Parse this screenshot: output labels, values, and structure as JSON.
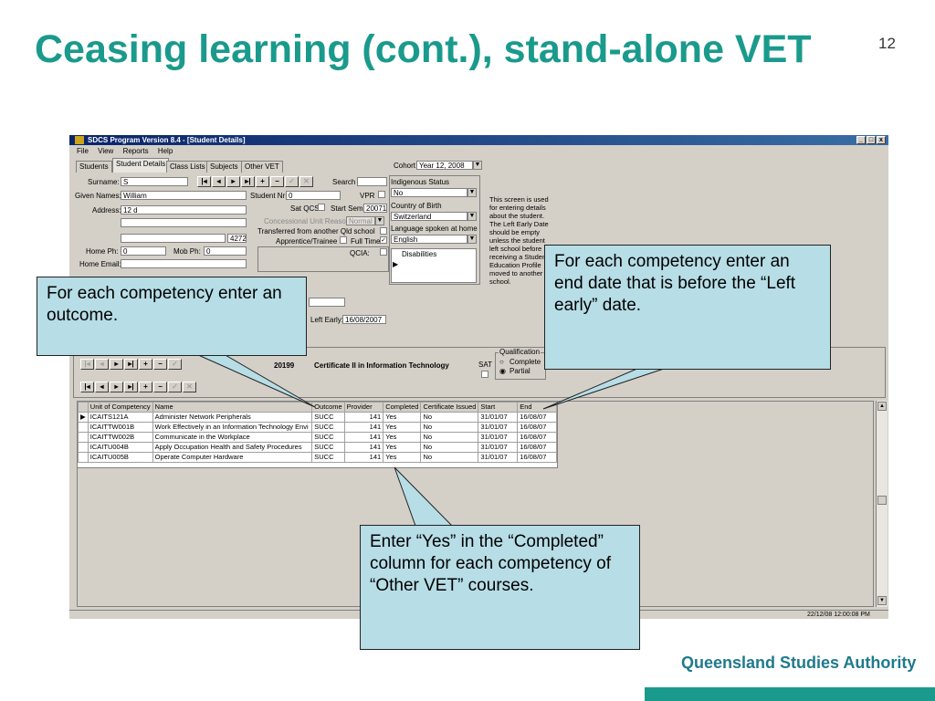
{
  "slide": {
    "title": "Ceasing learning (cont.), stand-alone VET",
    "page_number": "12",
    "logo_text": "Queensland Studies Authority",
    "accent_color": "#1a9a8c"
  },
  "window": {
    "title": "SDCS   Program Version 8.4 - [Student Details]",
    "controls": [
      "_",
      "□",
      "x"
    ],
    "menu": [
      "File",
      "View",
      "Reports",
      "Help"
    ],
    "tabs": [
      {
        "label": "Students"
      },
      {
        "label": "Student Details",
        "active": true
      },
      {
        "label": "Class Lists"
      },
      {
        "label": "Subjects"
      },
      {
        "label": "Other VET"
      }
    ],
    "cohort_label": "Cohort",
    "cohort_value": "Year 12, 2008",
    "form": {
      "surname_label": "Surname:",
      "surname_value": "S",
      "search_label": "Search",
      "given_names_label": "Given Names:",
      "given_names_value": "William",
      "student_nr_label": "Student Nr",
      "student_nr_value": "0",
      "vpr_label": "VPR",
      "address_label": "Address:",
      "address_line1": "12            d",
      "sat_qcs_label": "Sat QCS",
      "start_sem_label": "Start Sem:",
      "start_sem_value": "20071",
      "postcode_value": "4272",
      "concessional_label": "Concessional Unit Reason",
      "concessional_value": "Normal",
      "transferred_label": "Transferred from another Qld school",
      "apprentice_label": "Apprentice/Trainee",
      "full_time_label": "Full Time",
      "home_ph_label": "Home Ph:",
      "home_ph_value": "0",
      "mob_ph_label": "Mob Ph:",
      "mob_ph_value": "0",
      "qcia_label": "QCIA:",
      "home_email_label": "Home Email:",
      "left_early_label": "Left Early:",
      "left_early_value": "16/08/2007",
      "indigenous_label": "Indigenous Status",
      "indigenous_value": "No",
      "country_label": "Country of Birth",
      "country_value": "Switzerland",
      "language_label": "Language spoken at home",
      "language_value": "English",
      "disabilities_label": "Disabilities"
    },
    "info_note": "This screen is used for entering details about the student. The Left Early Date should be empty unless the student left school before receiving a Student Education Profile moved to another school.",
    "qualification": {
      "code": "20199",
      "name": "Certificate II in Information Technology",
      "sat_label": "SAT",
      "group_label": "Qualification",
      "options": [
        "Complete",
        "Partial"
      ],
      "selected": "Partial"
    },
    "grid": {
      "columns": [
        "Unit of Competency",
        "Name",
        "Outcome",
        "Provider",
        "Completed",
        "Certificate Issued",
        "Start",
        "End"
      ],
      "rows": [
        [
          "ICAITS121A",
          "Administer Network Peripherals",
          "SUCC",
          "141",
          "Yes",
          "No",
          "31/01/07",
          "16/08/07"
        ],
        [
          "ICAITTW001B",
          "Work Effectively in an Information Technology Envi",
          "SUCC",
          "141",
          "Yes",
          "No",
          "31/01/07",
          "16/08/07"
        ],
        [
          "ICAITTW002B",
          "Communicate in the Workplace",
          "SUCC",
          "141",
          "Yes",
          "No",
          "31/01/07",
          "16/08/07"
        ],
        [
          "ICAITU004B",
          "Apply Occupation Health and Safety Procedures",
          "SUCC",
          "141",
          "Yes",
          "No",
          "31/01/07",
          "16/08/07"
        ],
        [
          "ICAITU005B",
          "Operate Computer Hardware",
          "SUCC",
          "141",
          "Yes",
          "No",
          "31/01/07",
          "16/08/07"
        ]
      ]
    },
    "status_time": "22/12/08 12:00:08 PM"
  },
  "callouts": {
    "outcome": "For each competency enter an outcome.",
    "end_date": "For each competency enter an end date that is before the “Left early” date.",
    "completed": "Enter “Yes” in the “Completed” column for each competency of “Other VET” courses."
  }
}
